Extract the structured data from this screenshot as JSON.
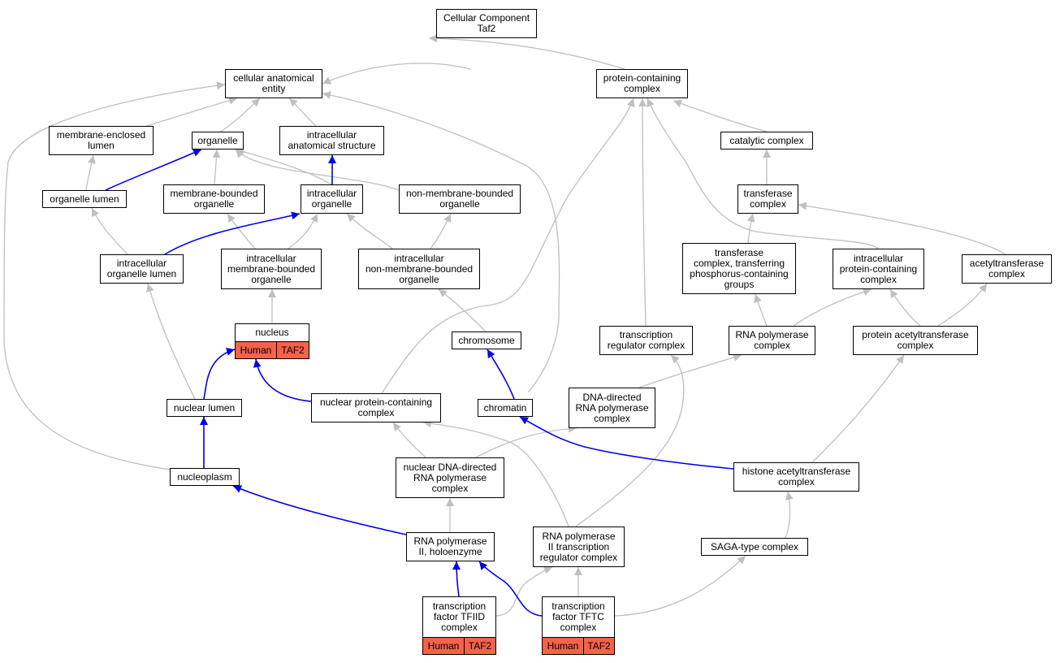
{
  "colors": {
    "edge_default": "#bfbfbf",
    "edge_highlight": "#0000ee",
    "annotation_fill": "#f4624a"
  },
  "nodes": {
    "root": "Cellular Component\nTaf2",
    "cae": "cellular anatomical\nentity",
    "pcc": "protein-containing\ncomplex",
    "mel": "membrane-enclosed\nlumen",
    "org": "organelle",
    "ias": "intracellular\nanatomical structure",
    "cat": "catalytic complex",
    "orgl": "organelle lumen",
    "mbo": "membrane-bounded\norganelle",
    "io": "intracellular\norganelle",
    "nmbo": "non-membrane-bounded\norganelle",
    "tc": "transferase\ncomplex",
    "iol": "intracellular\norganelle lumen",
    "imbo": "intracellular\nmembrane-bounded\norganelle",
    "inmbo": "intracellular\nnon-membrane-bounded\norganelle",
    "tcpg": "transferase\ncomplex, transferring\nphosphorus-containing\ngroups",
    "ipcc": "intracellular\nprotein-containing\ncomplex",
    "act": "acetyltransferase\ncomplex",
    "nuc": "nucleus",
    "chr": "chromosome",
    "trc": "transcription\nregulator complex",
    "rnap": "RNA polymerase\ncomplex",
    "pat": "protein acetyltransferase\ncomplex",
    "nl": "nuclear lumen",
    "npcc": "nuclear protein-containing\ncomplex",
    "chrm": "chromatin",
    "ddrp": "DNA-directed\nRNA polymerase\ncomplex",
    "np": "nucleoplasm",
    "nddrp": "nuclear DNA-directed\nRNA polymerase\ncomplex",
    "hat": "histone acetyltransferase\ncomplex",
    "rp2h": "RNA polymerase\nII, holoenzyme",
    "rp2t": "RNA polymerase\nII transcription\nregulator complex",
    "saga": "SAGA-type complex",
    "tfiid": "transcription\nfactor TFIID\ncomplex",
    "tftc": "transcription\nfactor TFTC\ncomplex"
  },
  "annotations": {
    "nuc": [
      "Human",
      "TAF2"
    ],
    "tfiid": [
      "Human",
      "TAF2"
    ],
    "tftc": [
      "Human",
      "TAF2"
    ]
  }
}
